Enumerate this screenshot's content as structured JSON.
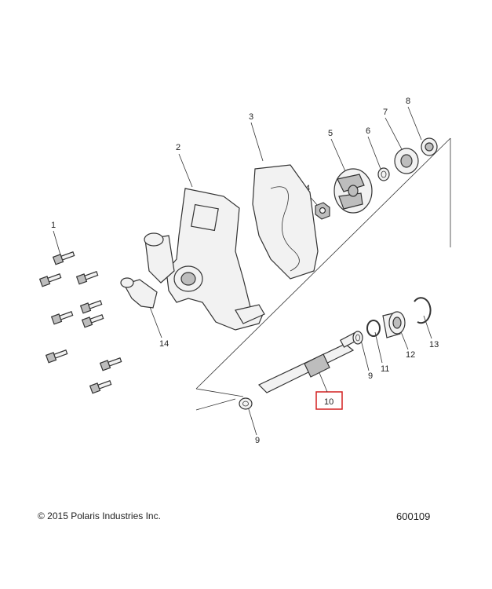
{
  "footer": {
    "copyright": "© 2015 Polaris Industries Inc.",
    "diagram_id": "600109"
  },
  "callouts": {
    "c1": "1",
    "c2": "2",
    "c3": "3",
    "c4": "4",
    "c5": "5",
    "c6": "6",
    "c7": "7",
    "c8": "8",
    "c9a": "9",
    "c9b": "9",
    "c10": "10",
    "c11": "11",
    "c12": "12",
    "c13": "13",
    "c14": "14"
  },
  "highlight_color": "#d42020"
}
